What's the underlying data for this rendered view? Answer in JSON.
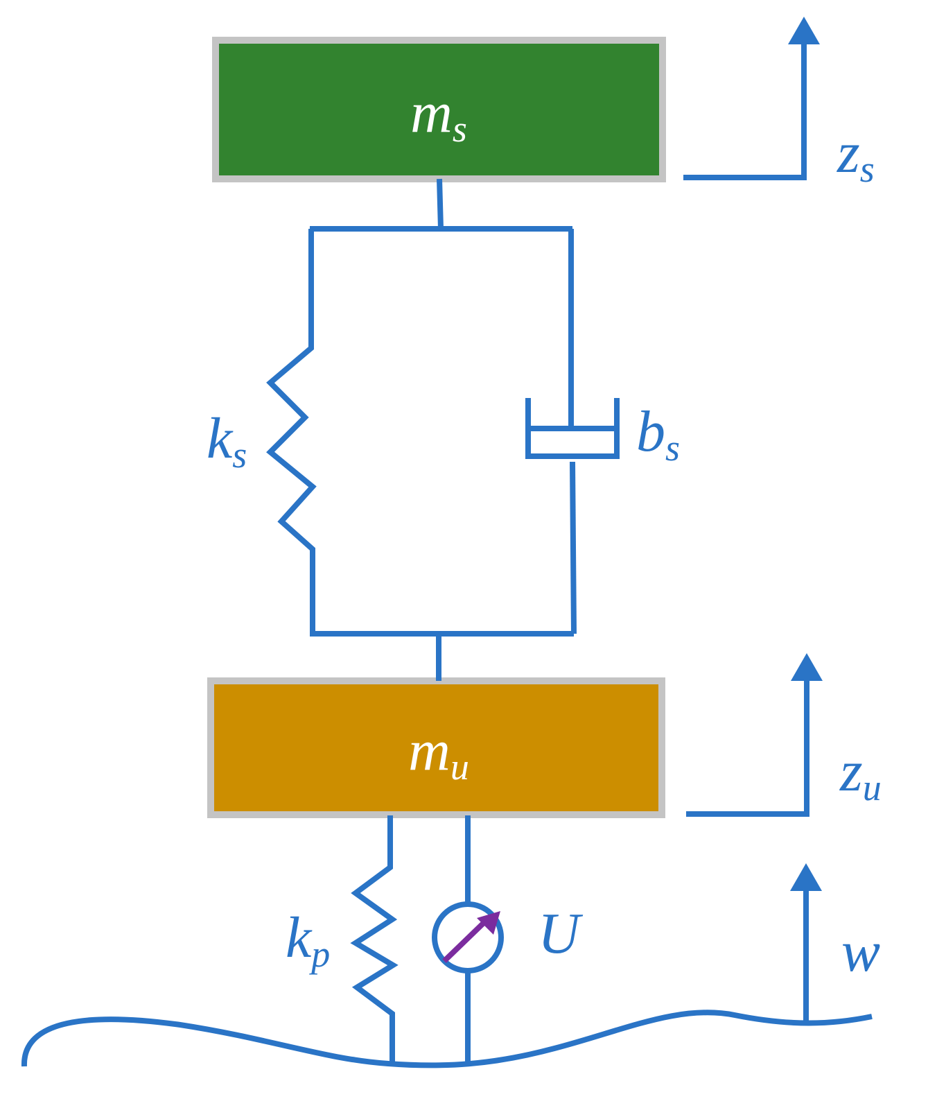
{
  "colors": {
    "line": "#2a74c6",
    "sprung_mass_fill": "#32832f",
    "unsprung_mass_fill": "#cc8e00",
    "mass_border": "#c4c4c4",
    "mass_text": "#ffffff",
    "actuator_arrow": "#7b2c9e",
    "background": "#ffffff"
  },
  "sprung_mass": {
    "symbol": "m",
    "subscript": "s"
  },
  "unsprung_mass": {
    "symbol": "m",
    "subscript": "u"
  },
  "suspension_spring": {
    "symbol": "k",
    "subscript": "s"
  },
  "damper": {
    "symbol": "b",
    "subscript": "s"
  },
  "tire_spring": {
    "symbol": "k",
    "subscript": "p"
  },
  "actuator": {
    "symbol": "U"
  },
  "sprung_displacement": {
    "symbol": "z",
    "subscript": "s"
  },
  "unsprung_displacement": {
    "symbol": "z",
    "subscript": "u"
  },
  "road_input": {
    "symbol": "w"
  }
}
